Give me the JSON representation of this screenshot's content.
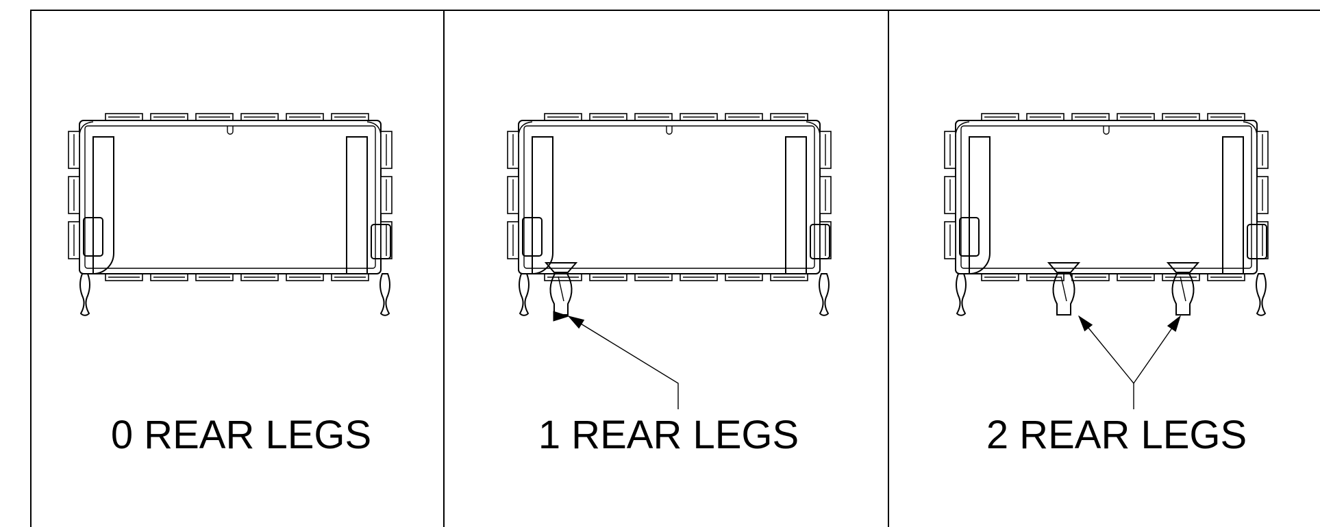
{
  "panels": [
    {
      "label": "0 REAR LEGS",
      "rear_legs": 0
    },
    {
      "label": "1 REAR LEGS",
      "rear_legs": 1
    },
    {
      "label": "2 REAR LEGS",
      "rear_legs": 2
    }
  ]
}
